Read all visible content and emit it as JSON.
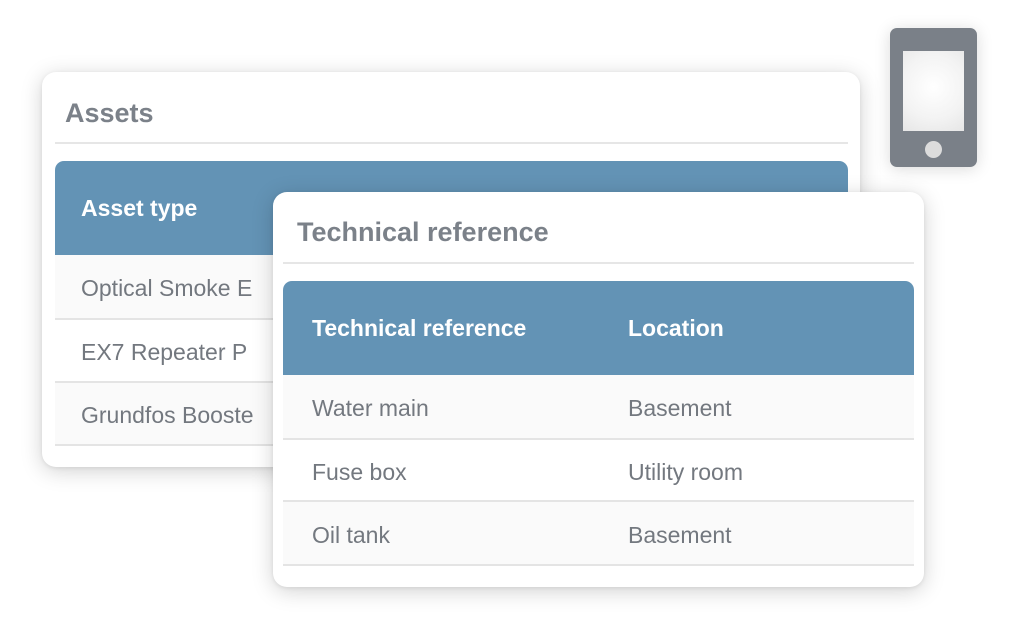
{
  "assets_card": {
    "title": "Assets",
    "columns": [
      "Asset type"
    ],
    "rows": [
      {
        "asset_type": "Optical Smoke E"
      },
      {
        "asset_type": "EX7 Repeater P"
      },
      {
        "asset_type": "Grundfos Booste"
      }
    ]
  },
  "tech_card": {
    "title": "Technical reference",
    "columns": [
      "Technical reference",
      "Location"
    ],
    "rows": [
      {
        "reference": "Water main",
        "location": "Basement"
      },
      {
        "reference": "Fuse box",
        "location": "Utility room"
      },
      {
        "reference": "Oil tank",
        "location": "Basement"
      }
    ]
  },
  "icons": {
    "device": "mobile-phone-icon"
  },
  "colors": {
    "header_blue": "#6393b5",
    "title_gray": "#7b8189",
    "text_gray": "#73787f",
    "icon_gray": "#7a8088"
  }
}
